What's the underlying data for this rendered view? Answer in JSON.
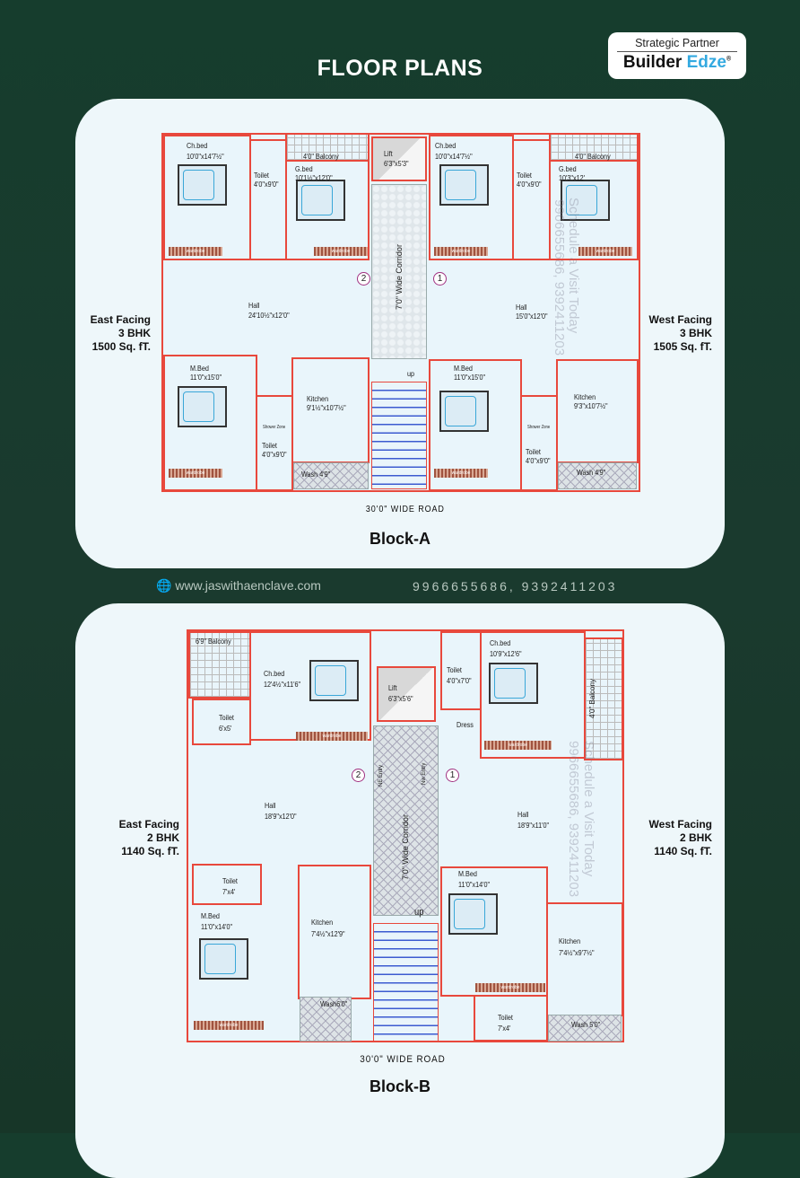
{
  "header": {
    "title": "FLOOR PLANS",
    "partner_label": "Strategic Partner",
    "partner_brand_1": "Builder",
    "partner_brand_2": "Edze",
    "partner_reg": "®"
  },
  "common": {
    "road": "30'0\"  WIDE  ROAD",
    "corridor": "7'0\"  Wide Corridor",
    "up": "up",
    "wardrobe": "wardrobe",
    "watermark_1": "Schedule a Visit Today",
    "watermark_2": "9966655686, 9392411203"
  },
  "blockA": {
    "name": "Block-A",
    "east": {
      "facing": "East Facing",
      "type": "3 BHK",
      "area": "1500 Sq. fT."
    },
    "west": {
      "facing": "West Facing",
      "type": "3 BHK",
      "area": "1505 Sq. fT."
    },
    "lift": {
      "name": "Lift",
      "size": "6'3\"x5'3\""
    },
    "door_left": "2",
    "door_right": "1",
    "left": [
      {
        "name": "Ch.bed",
        "size": "10'0\"x14'7½\""
      },
      {
        "name": "Toilet",
        "size": "4'0\"x9'0\""
      },
      {
        "name": "4'0\"  Balcony",
        "size": ""
      },
      {
        "name": "G.bed",
        "size": "10'1½\"x12'0\""
      },
      {
        "name": "Hall",
        "size": "24'10½\"x12'0\""
      },
      {
        "name": "M.Bed",
        "size": "11'0\"x15'0\""
      },
      {
        "name": "Toilet",
        "size": "4'0\"x9'0\""
      },
      {
        "name": "Kitchen",
        "size": "9'1½\"x10'7½\""
      },
      {
        "name": "Wash 4'9\"",
        "size": ""
      },
      {
        "name": "Shower Zone",
        "size": ""
      }
    ],
    "right": [
      {
        "name": "Ch.bed",
        "size": "10'0\"x14'7½\""
      },
      {
        "name": "Toilet",
        "size": "4'0\"x9'0\""
      },
      {
        "name": "4'0\"  Balcony",
        "size": ""
      },
      {
        "name": "G.bed",
        "size": "10'3\"x12'"
      },
      {
        "name": "Hall",
        "size": "15'0\"x12'0\""
      },
      {
        "name": "M.Bed",
        "size": "11'0\"x15'0\""
      },
      {
        "name": "Toilet",
        "size": "4'0\"x9'0\""
      },
      {
        "name": "Kitchen",
        "size": "9'3\"x10'7½\""
      },
      {
        "name": "Wash 4'9\"",
        "size": ""
      },
      {
        "name": "Shower Zone",
        "size": ""
      }
    ]
  },
  "contact": {
    "website": "www.jaswithaenclave.com",
    "phones": "9966655686, 9392411203"
  },
  "blockB": {
    "name": "Block-B",
    "east": {
      "facing": "East Facing",
      "type": "2 BHK",
      "area": "1140 Sq. fT."
    },
    "west": {
      "facing": "West Facing",
      "type": "2 BHK",
      "area": "1140 Sq. fT."
    },
    "lift": {
      "name": "Lift",
      "size": "6'3\"x5'6\""
    },
    "door_left": "2",
    "door_right": "1",
    "ne_entry": "NE Entry",
    "nw_entry": "Nw Entry",
    "left": [
      {
        "name": "6'9\"  Balcony",
        "size": ""
      },
      {
        "name": "Ch.bed",
        "size": "12'4½\"x11'6\""
      },
      {
        "name": "Toilet",
        "size": "6'x5'"
      },
      {
        "name": "Hall",
        "size": "18'9\"x12'0\""
      },
      {
        "name": "Toilet",
        "size": "7'x4'"
      },
      {
        "name": "M.Bed",
        "size": "11'0\"x14'0\""
      },
      {
        "name": "Kitchen",
        "size": "7'4½\"x12'9\""
      },
      {
        "name": "Wash6'0\"",
        "size": ""
      }
    ],
    "right": [
      {
        "name": "Toilet",
        "size": "4'0\"x7'0\""
      },
      {
        "name": "Dress",
        "size": ""
      },
      {
        "name": "Ch.bed",
        "size": "10'9\"x12'6\""
      },
      {
        "name": "4'0\"  Balcony",
        "size": ""
      },
      {
        "name": "Hall",
        "size": "18'9\"x11'0\""
      },
      {
        "name": "M.Bed",
        "size": "11'0\"x14'0\""
      },
      {
        "name": "Kitchen",
        "size": "7'4½\"x9'7½\""
      },
      {
        "name": "Toilet",
        "size": "7'x4'"
      },
      {
        "name": "Wash 5'0\"",
        "size": ""
      }
    ]
  }
}
